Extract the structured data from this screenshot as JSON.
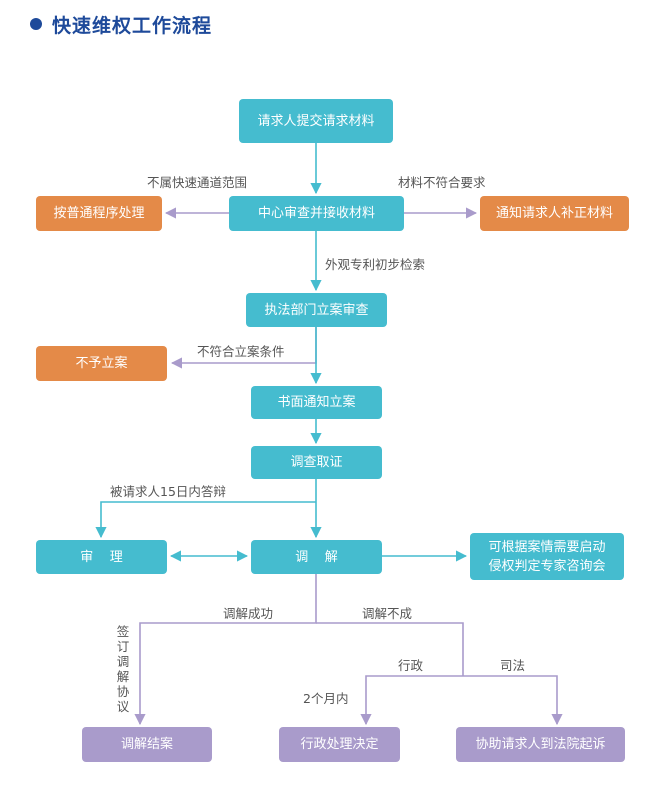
{
  "title": "快速维权工作流程",
  "colors": {
    "title": "#1e4a9a",
    "process": "#45bccf",
    "exit": "#e48a48",
    "result": "#a99bcb",
    "arrow_teal": "#45bccf",
    "arrow_purple": "#a99bcb"
  },
  "nodes": {
    "submit": "请求人提交请求材料",
    "center_review": "中心审查并接收材料",
    "normal_procedure": "按普通程序处理",
    "notify_supplement": "通知请求人补正材料",
    "enforcement_review": "执法部门立案审查",
    "no_case": "不予立案",
    "written_notice": "书面通知立案",
    "investigate": "调查取证",
    "trial": "审    理",
    "mediation": "调    解",
    "expert_line1": "可根据案情需要启动",
    "expert_line2": "侵权判定专家咨询会",
    "mediation_close": "调解结案",
    "admin_decision": "行政处理决定",
    "assist_court": "协助请求人到法院起诉"
  },
  "edge_labels": {
    "not_in_scope": "不属快速通道范围",
    "materials_invalid": "材料不符合要求",
    "prelim_search": "外观专利初步检索",
    "not_meet_conditions": "不符合立案条件",
    "respond_15days": "被请求人15日内答辩",
    "mediation_success": "调解成功",
    "mediation_fail": "调解不成",
    "sign_agreement": "签订调解协议",
    "administrative": "行政",
    "judicial": "司法",
    "within_2months": "2个月内"
  }
}
